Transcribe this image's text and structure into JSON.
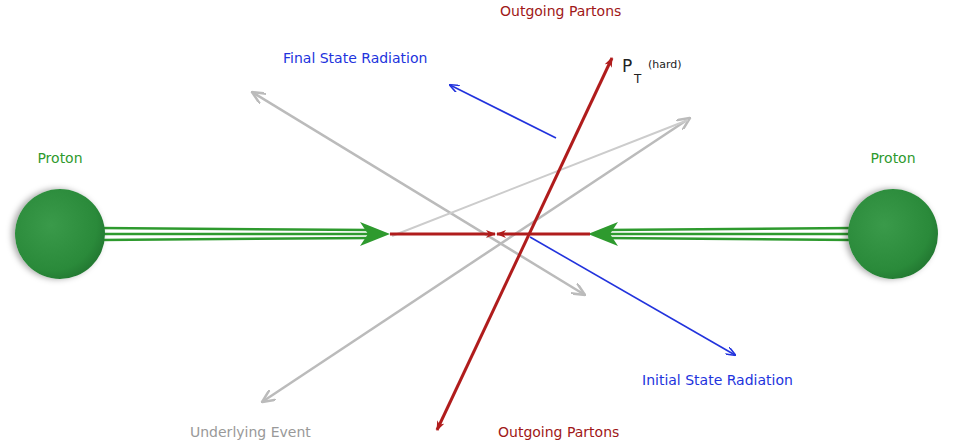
{
  "diagram": {
    "nodes": [
      {
        "text": [
          "Proton"
        ]
      },
      {
        "text": [
          "Proton"
        ]
      }
    ],
    "labels": [
      "Outgoing Partons",
      "Final State Radiation",
      "P",
      "T",
      "(hard)",
      "Underlying Event",
      "Initial State Radiation",
      "Outgoing Partons"
    ]
  }
}
